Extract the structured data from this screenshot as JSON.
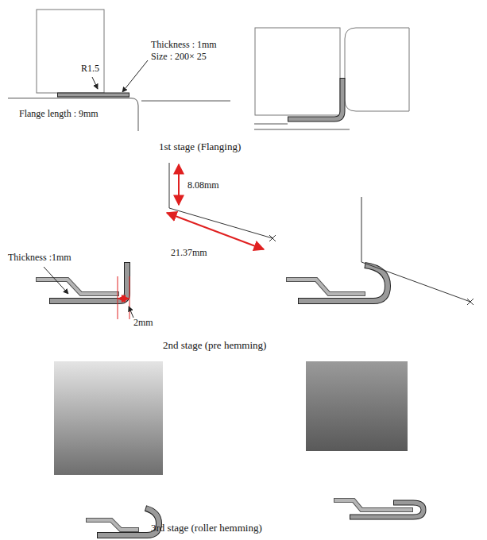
{
  "diagram": {
    "labels": [
      "R1.5",
      "Thickness : 1mm",
      "Size : 200× 25",
      "Flange length : 9mm",
      "1st stage (Flanging)",
      "8.08mm",
      "21.37mm",
      "Thickness :1mm",
      "2mm",
      "2nd stage (pre hemming)",
      "3rd stage (roller hemming)"
    ]
  }
}
